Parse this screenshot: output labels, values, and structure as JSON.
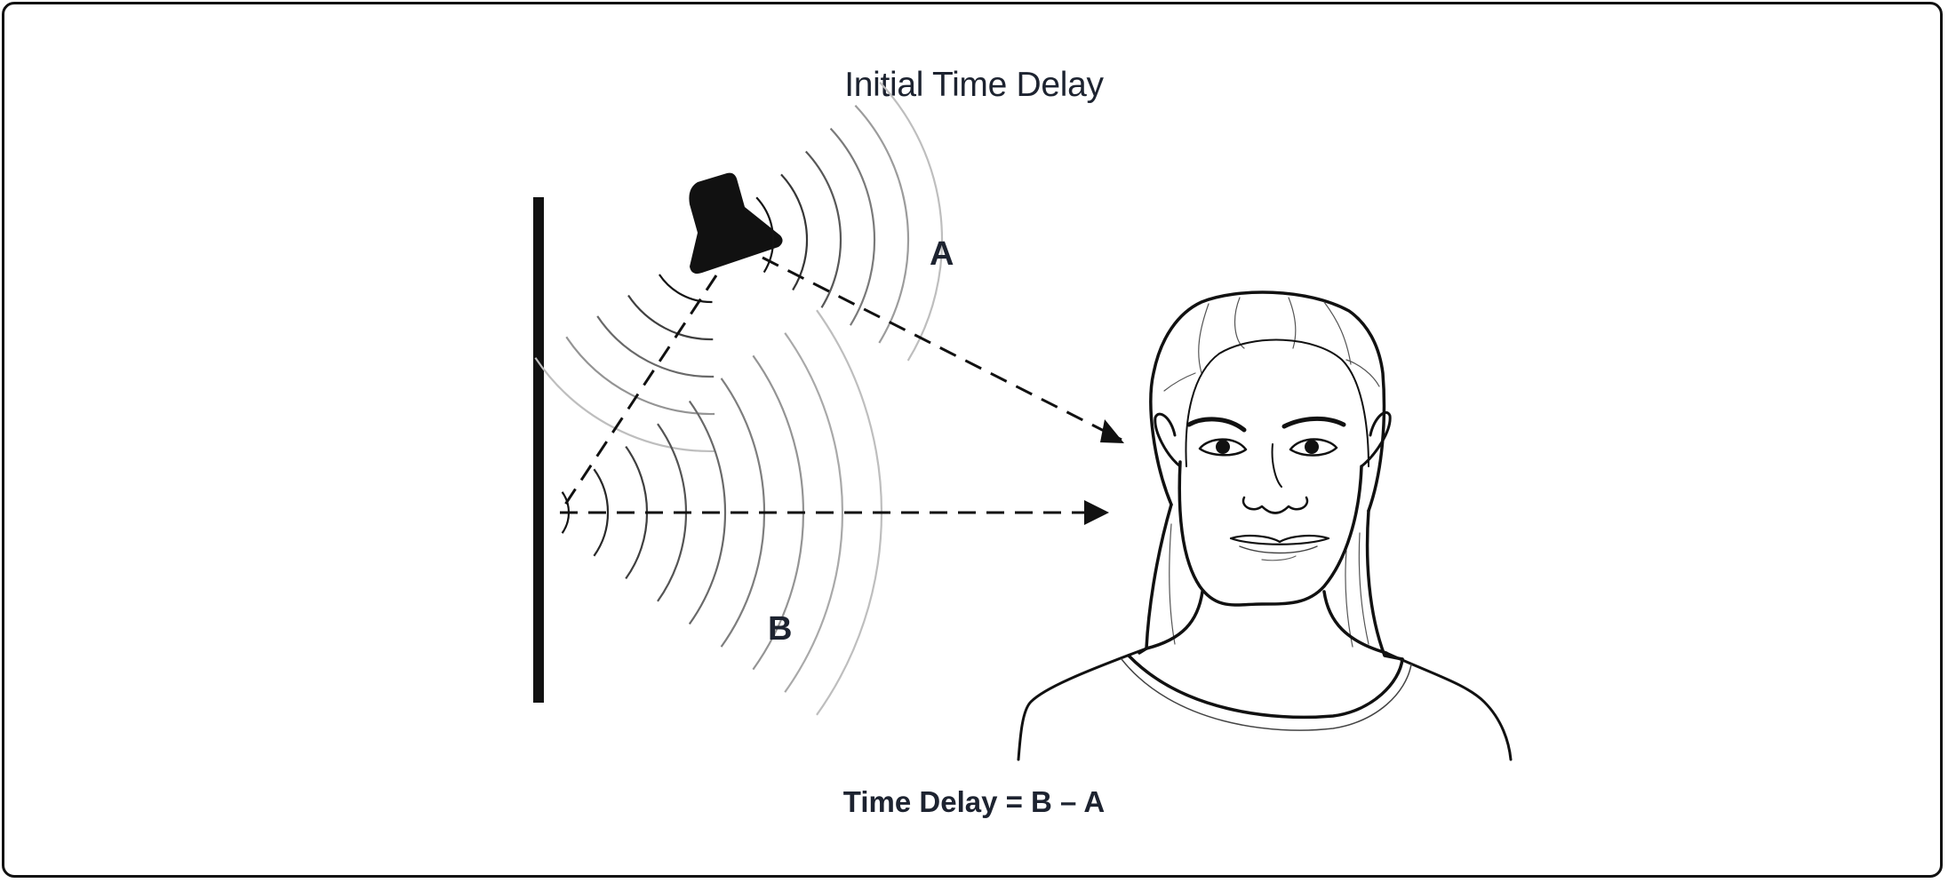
{
  "title": "Initial Time Delay",
  "labels": {
    "direct_path": "A",
    "reflected_path": "B"
  },
  "formula": "Time Delay = B – A",
  "colors": {
    "ink": "#111111",
    "text": "#1d2330",
    "wave_fade": "#bbbbbb"
  },
  "icons": {
    "source": "speaker-icon",
    "listener": "listener-head",
    "reflector": "wall"
  }
}
